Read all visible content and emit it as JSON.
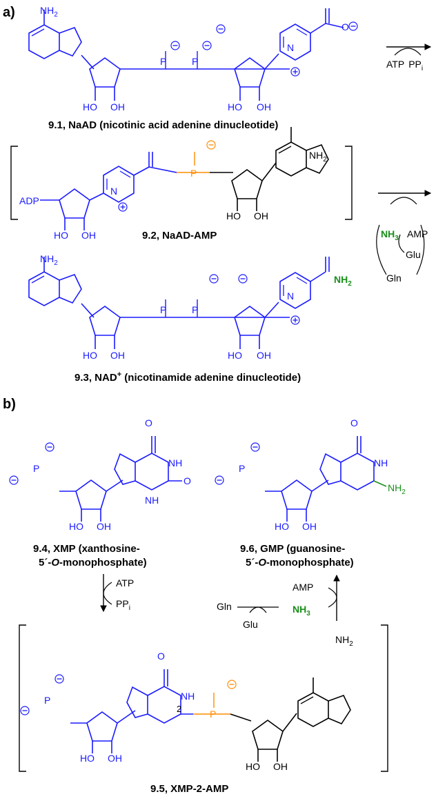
{
  "panels": {
    "a": "a)",
    "b": "b)"
  },
  "captions": {
    "naad": "9.1, NaAD (nicotinic acid adenine dinucleotide)",
    "naad_amp": "9.2, NaAD-AMP",
    "nad_prefix": "9.3, NAD",
    "nad_sup": "+",
    "nad_suffix": " (nicotinamide adenine dinucleotide)",
    "xmp_l1": "9.4, XMP (xanthosine-",
    "xmp_l2a": "5´-",
    "xmp_l2b": "O",
    "xmp_l2c": "-monophosphate)",
    "gmp_l1": "9.6, GMP (guanosine-",
    "gmp_l2a": "5´-",
    "gmp_l2b": "O",
    "gmp_l2c": "-monophosphate)",
    "xmp_amp": "9.5, XMP-2-AMP"
  },
  "reagents": {
    "atp": "ATP",
    "ppi": "PP",
    "ppi_sub": "i",
    "amp": "AMP",
    "nh3": "NH",
    "nh3_sub": "3",
    "glu": "Glu",
    "gln": "Gln"
  },
  "atoms": {
    "nh2": "NH",
    "nh2_sub": "2",
    "n": "N",
    "o": "O",
    "p": "P",
    "ho": "HO",
    "oh": "OH",
    "nh": "NH",
    "h": "H",
    "adp": "ADP",
    "charge_minus": "−",
    "charge_plus": "+",
    "position_2": "2"
  },
  "colors": {
    "blue": "#1a1aff",
    "black": "#000000",
    "orange": "#ff8c00",
    "green": "#1a8f1a"
  }
}
